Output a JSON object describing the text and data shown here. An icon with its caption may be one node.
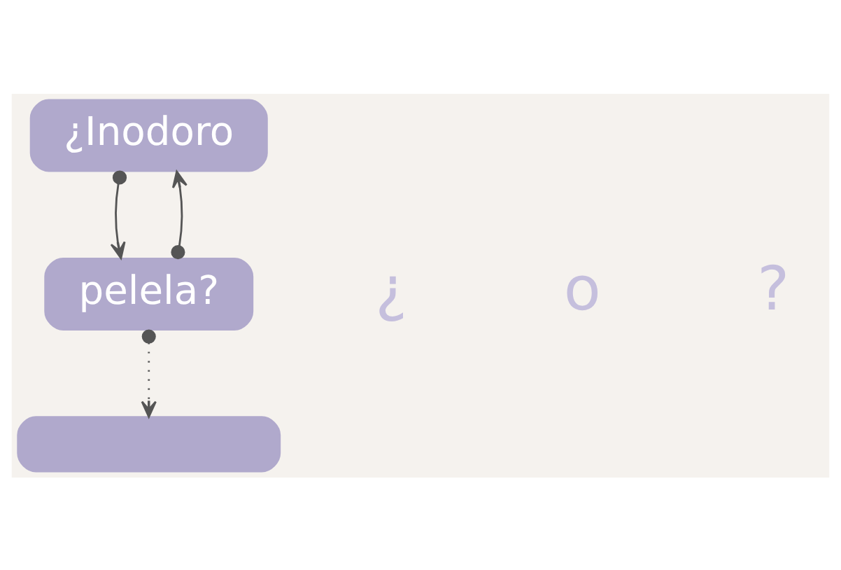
{
  "diagram": {
    "nodes": [
      {
        "text": [
          "¿Inodoro"
        ]
      },
      {
        "text": [
          "pelela?"
        ]
      },
      {
        "text": [],
        "shape": "box"
      }
    ],
    "edges": [
      {
        "from": 0,
        "to": 1,
        "arrow": "to"
      },
      {
        "from": 1,
        "to": 0,
        "arrow": "to"
      },
      {
        "from": 1,
        "to": 2,
        "arrow": "to",
        "style": "dashed"
      }
    ],
    "labels": [
      "¿",
      "o",
      "?"
    ]
  }
}
